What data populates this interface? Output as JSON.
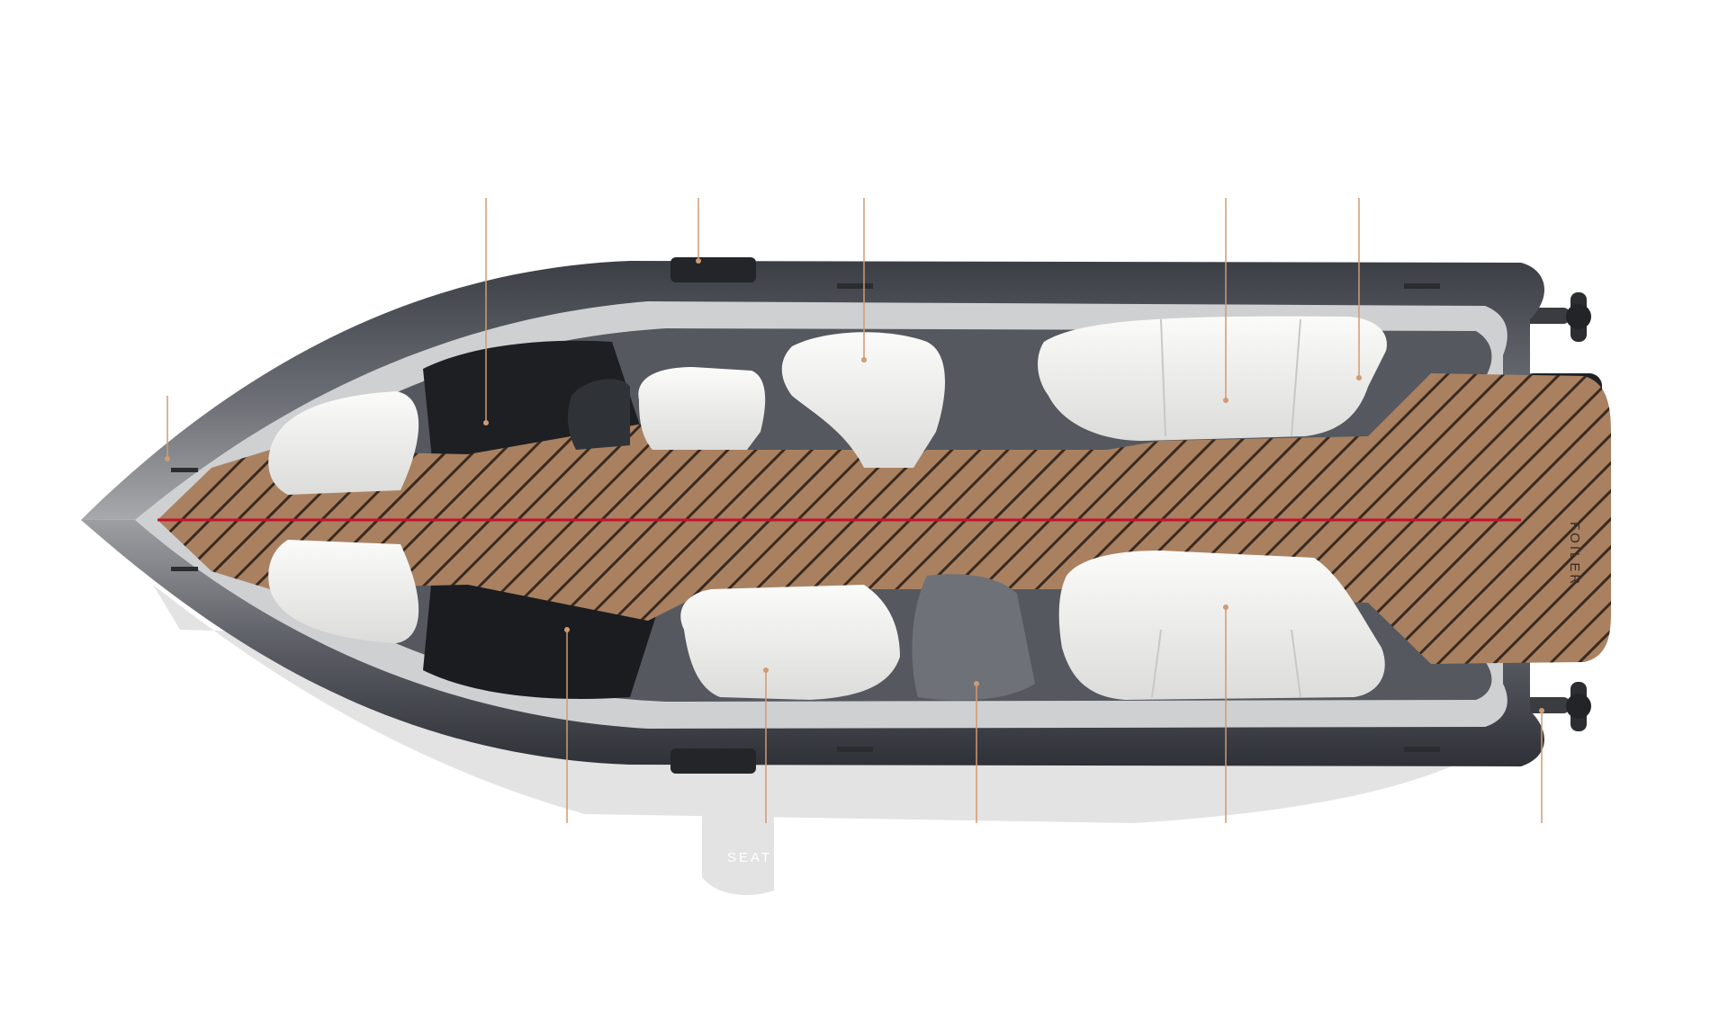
{
  "artwork": {
    "brand_mark": "FOILER",
    "shadow_mark": "SEAT"
  },
  "colors": {
    "background": "#ffffff",
    "callout": "#d09a72",
    "teak": "#a98160",
    "teak_seam": "#3a2a20",
    "centerline": "#c8102e",
    "cushion": "#eeeeec",
    "hull_dark": "#2a2d33",
    "hull_mid": "#8a8c90",
    "shadow": "#e3e3e3"
  },
  "callouts": [
    {
      "id": "bow-tip",
      "side": "top"
    },
    {
      "id": "cockpit-hatch",
      "side": "top"
    },
    {
      "id": "hull-vent",
      "side": "top"
    },
    {
      "id": "helm-seat",
      "side": "top"
    },
    {
      "id": "aft-lounge",
      "side": "top"
    },
    {
      "id": "aft-lounge-corner",
      "side": "top"
    },
    {
      "id": "console-locker",
      "side": "bottom"
    },
    {
      "id": "port-bench",
      "side": "bottom"
    },
    {
      "id": "center-floor",
      "side": "bottom"
    },
    {
      "id": "aft-lounge-port",
      "side": "bottom"
    },
    {
      "id": "stern-foil",
      "side": "bottom"
    }
  ]
}
